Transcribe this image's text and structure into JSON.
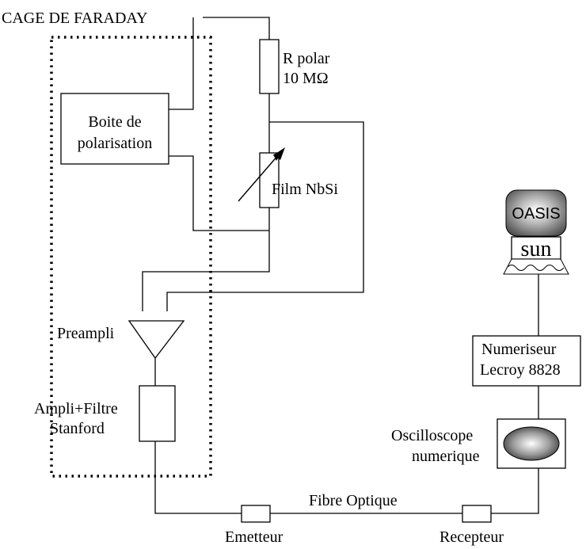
{
  "title": "CAGE DE FARADAY",
  "labels": {
    "r_polar_line1": "R polar",
    "r_polar_line2": "10 MΩ",
    "boite_line1": "Boite de",
    "boite_line2": "polarisation",
    "film": "Film NbSi",
    "preampli": "Preampli",
    "ampli_line1": "Ampli+Filtre",
    "ampli_line2": "Stanford",
    "fibre": "Fibre Optique",
    "emetteur": "Emetteur",
    "recepteur": "Recepteur",
    "oscillo_line1": "Oscilloscope",
    "oscillo_line2": "numerique",
    "numeriseur_line1": "Numeriseur",
    "numeriseur_line2": "Lecroy 8828",
    "oasis": "OASIS",
    "sun": "sun"
  }
}
